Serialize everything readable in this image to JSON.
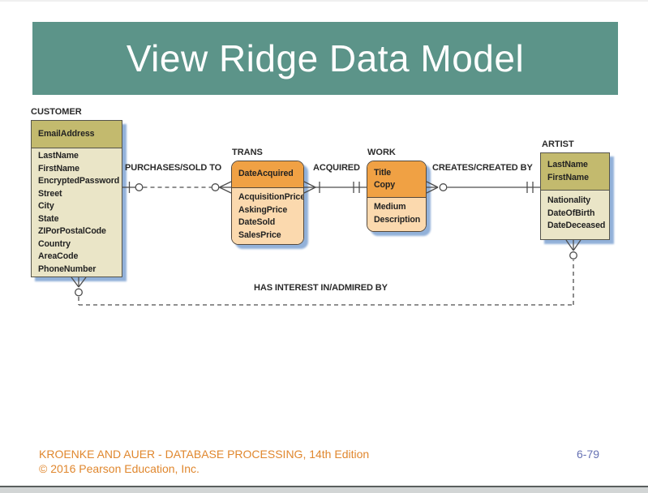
{
  "slide": {
    "title": "View Ridge Data Model",
    "footer_line1": "KROENKE AND AUER - DATABASE PROCESSING, 14th Edition",
    "footer_line2": "© 2016 Pearson Education, Inc.",
    "page_number": "6-79"
  },
  "colors": {
    "banner_teal": "#5c9489",
    "khaki_header": "#c3ba6e",
    "khaki_body": "#eae5c7",
    "orange_header": "#f0a144",
    "orange_body": "#fbd9ae",
    "box_shadow_blue": "#92b1d9",
    "line_gray": "#4d4d4d",
    "footer_orange": "#e0872e",
    "page_number_blue": "#6671b3"
  },
  "entities": {
    "customer": {
      "label": "CUSTOMER",
      "keys": [
        "EmailAddress"
      ],
      "attributes": [
        "LastName",
        "FirstName",
        "EncryptedPassword",
        "Street",
        "City",
        "State",
        "ZIPorPostalCode",
        "Country",
        "AreaCode",
        "PhoneNumber"
      ]
    },
    "trans": {
      "label": "TRANS",
      "keys": [
        "DateAcquired"
      ],
      "attributes": [
        "AcquisitionPrice",
        "AskingPrice",
        "DateSold",
        "SalesPrice"
      ]
    },
    "work": {
      "label": "WORK",
      "keys": [
        "Title",
        "Copy"
      ],
      "attributes": [
        "Medium",
        "Description"
      ]
    },
    "artist": {
      "label": "ARTIST",
      "keys": [
        "LastName",
        "FirstName"
      ],
      "attributes": [
        "Nationality",
        "DateOfBirth",
        "DateDeceased"
      ]
    }
  },
  "relationships": {
    "purchases": {
      "label": "PURCHASES/SOLD TO",
      "line": "dashed"
    },
    "acquired": {
      "label": "ACQUIRED",
      "line": "solid"
    },
    "creates": {
      "label": "CREATES/CREATED BY",
      "line": "solid"
    },
    "interest": {
      "label": "HAS INTEREST IN/ADMIRED BY",
      "line": "dashed"
    }
  }
}
